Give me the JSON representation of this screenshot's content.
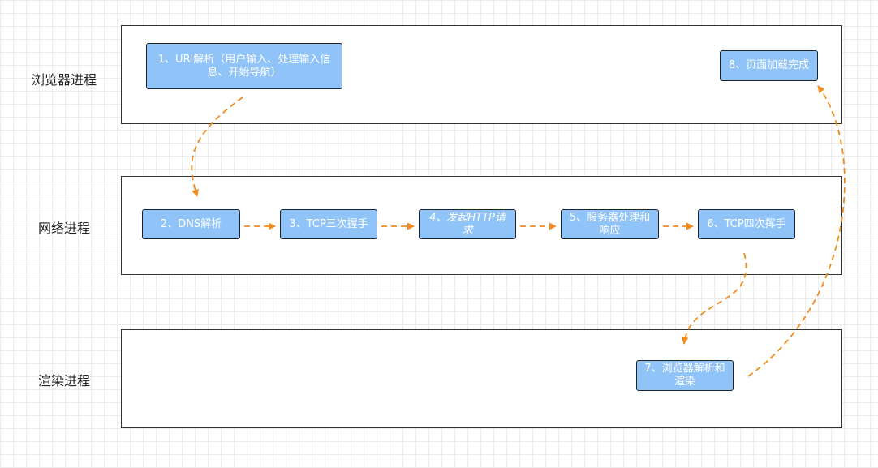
{
  "lanes": {
    "browser": "浏览器进程",
    "network": "网络进程",
    "render": "渲染进程"
  },
  "nodes": {
    "n1": "1、URl解析（用户输入、处理输入信息、开始导航）",
    "n2": "2、DNS解析",
    "n3": "3、TCP三次握手",
    "n4": "4、发起HTTP请求",
    "n5": "5、服务器处理和响应",
    "n6": "6、TCP四次挥手",
    "n7": "7、浏览器解析和渲染",
    "n8": "8、页面加载完成"
  },
  "colors": {
    "node_fill": "#90c4f9",
    "arrow": "#f28a1e",
    "lane_border": "#333333"
  }
}
